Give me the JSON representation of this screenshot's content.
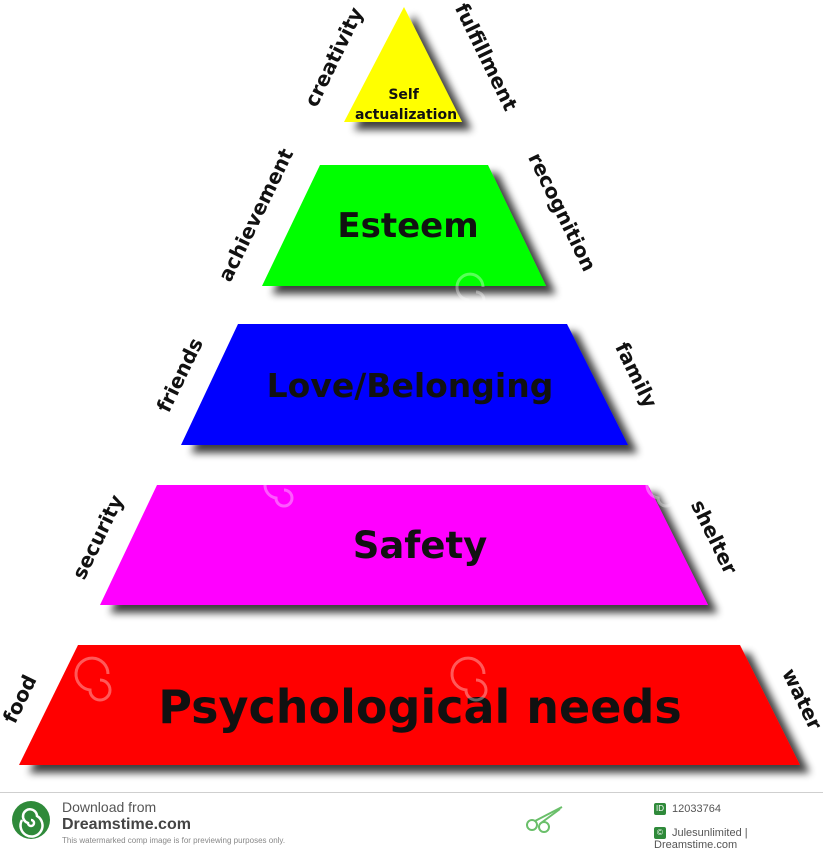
{
  "levels": [
    {
      "key": "top",
      "label_lines": [
        "Self",
        "actualization"
      ],
      "color": "#ffff00",
      "left_word": "creativity",
      "right_word": "fulfillment"
    },
    {
      "key": "esteem",
      "label_lines": [
        "Esteem"
      ],
      "color": "#00ff00",
      "left_word": "achievement",
      "right_word": "recognition"
    },
    {
      "key": "love",
      "label_lines": [
        "Love/Belonging"
      ],
      "color": "#0000ff",
      "left_word": "friends",
      "right_word": "family"
    },
    {
      "key": "safety",
      "label_lines": [
        "Safety"
      ],
      "color": "#ff00ff",
      "left_word": "security",
      "right_word": "shelter"
    },
    {
      "key": "base",
      "label_lines": [
        "Psychological needs"
      ],
      "color": "#ff0000",
      "left_word": "food",
      "right_word": "water"
    }
  ],
  "watermark": {
    "line1": "Download from",
    "line2": "Dreamstime.com",
    "line3": "This watermarked comp image is for previewing purposes only.",
    "id_text": "12033764",
    "credit_text": "Julesunlimited | Dreamstime.com"
  }
}
